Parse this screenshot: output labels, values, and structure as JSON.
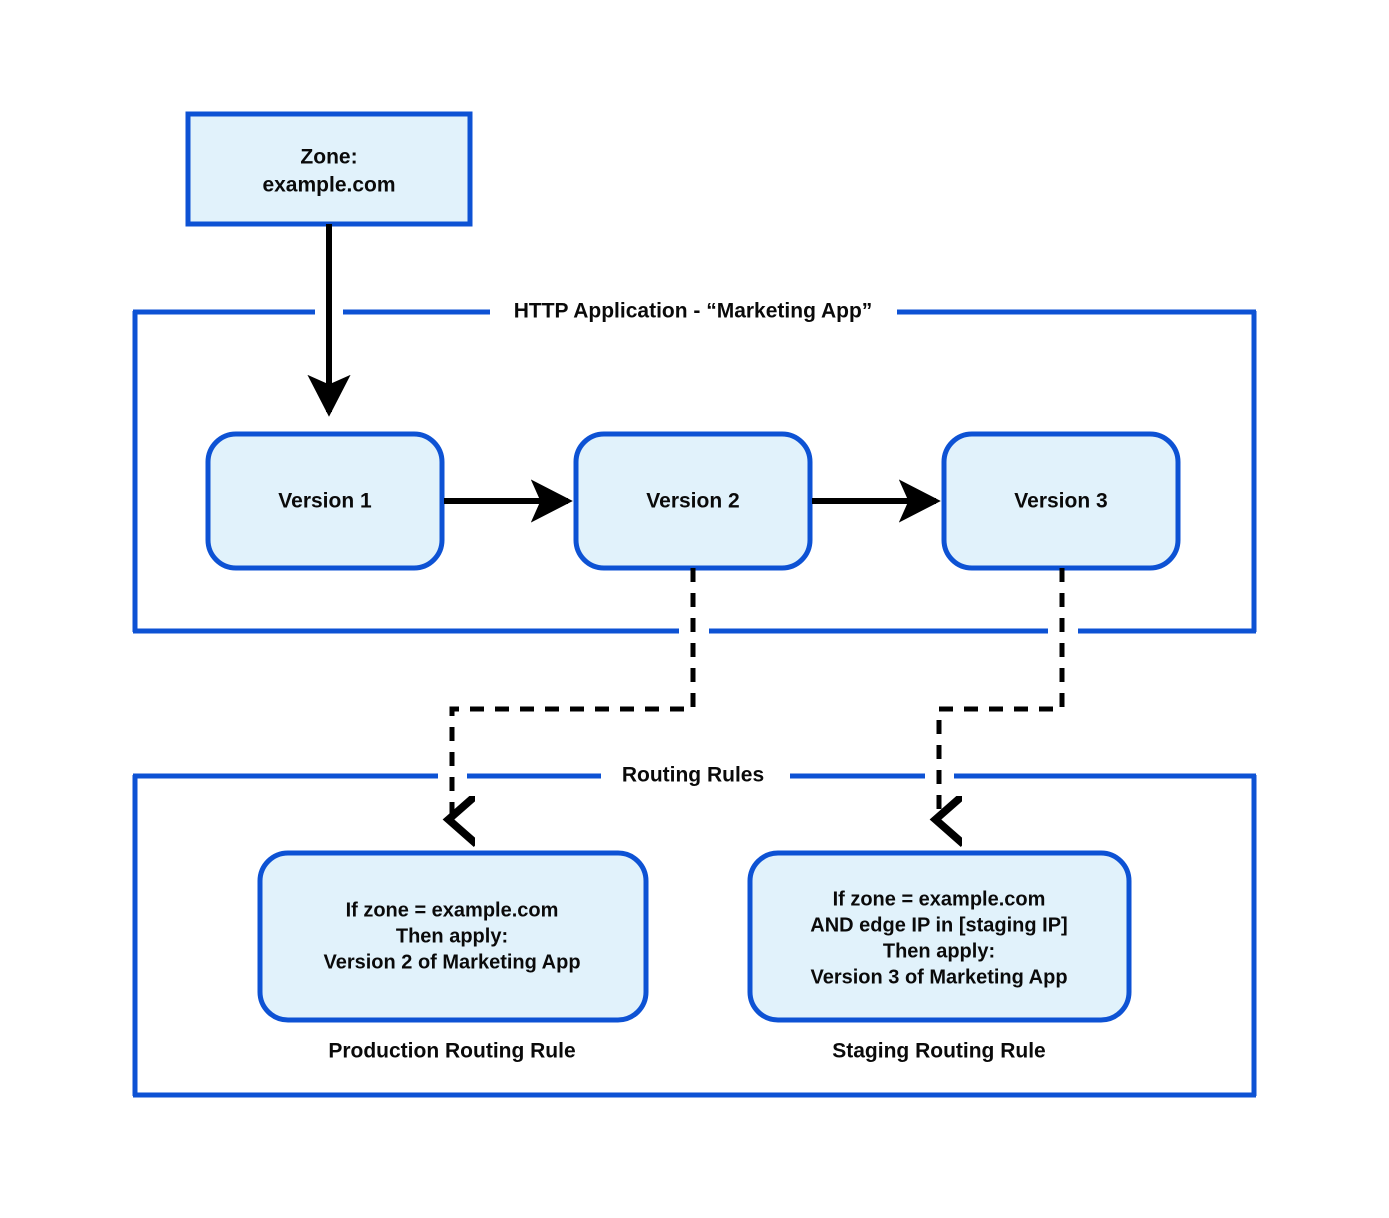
{
  "diagram": {
    "title": "HTTP Application routing diagram",
    "colors": {
      "border_blue": "#0d52d4",
      "fill_light_blue": "#e1f2fb",
      "connector_black": "#000000",
      "text_black": "#0a0a0a",
      "background": "#ffffff"
    }
  },
  "zone_node": {
    "line1": "Zone:",
    "line2": "example.com"
  },
  "http_application_group": {
    "title": "HTTP Application - “Marketing App”",
    "versions": [
      {
        "label": "Version 1"
      },
      {
        "label": "Version 2"
      },
      {
        "label": "Version 3"
      }
    ]
  },
  "routing_rules_group": {
    "title": "Routing Rules",
    "rules": [
      {
        "caption": "Production Routing Rule",
        "lines": [
          "If zone = example.com",
          "Then apply:",
          "Version 2 of Marketing App"
        ]
      },
      {
        "caption": "Staging Routing Rule",
        "lines": [
          "If zone = example.com",
          "AND edge IP in [staging IP]",
          "Then apply:",
          "Version 3 of Marketing App"
        ]
      }
    ]
  },
  "connectors": {
    "zone_to_version1": "solid-arrow-down",
    "version1_to_version2": "solid-arrow-right",
    "version2_to_version3": "solid-arrow-right",
    "version2_to_production_rule": "dashed-arrow-down",
    "version3_to_staging_rule": "dashed-arrow-down"
  }
}
